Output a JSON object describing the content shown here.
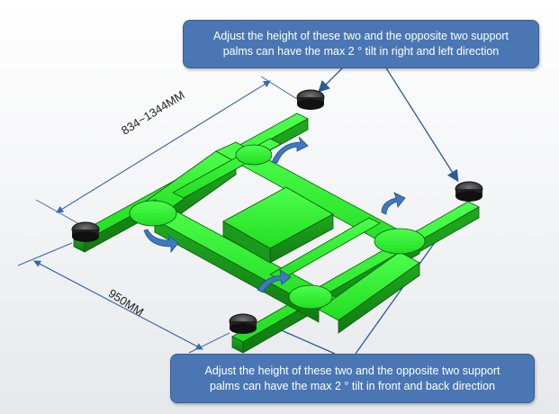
{
  "callouts": {
    "top": {
      "line1": "Adjust the height of these two and the opposite two support",
      "line2": "palms can have the max 2 ° tilt in right and left direction"
    },
    "bottom": {
      "line1": "Adjust the height of these two and the opposite two support",
      "line2": "palms can have the max 2 ° tilt in front and back direction"
    }
  },
  "dimensions": {
    "length": "834~1344MM",
    "width": "950MM"
  },
  "colors": {
    "frame_green": "#22dd22",
    "callout_fill": "#4a77b3",
    "rotation_arrow": "#3f78c0"
  },
  "icons": {
    "support_pad": "support-pad-icon",
    "rotation": "rotation-arrow-icon"
  }
}
